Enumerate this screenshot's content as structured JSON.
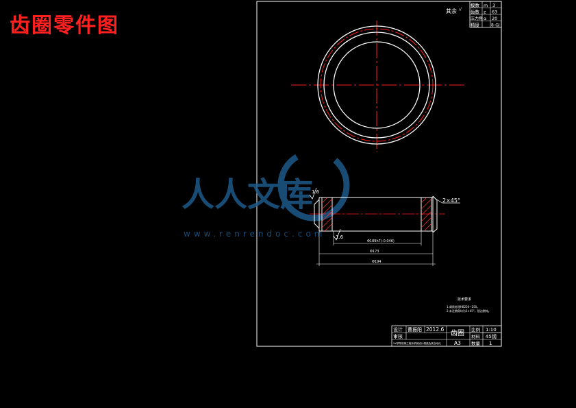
{
  "page_title": "齿圈零件图",
  "surface_finish_note": "其余",
  "params_table": [
    {
      "label": "模数",
      "symbol": "m",
      "value": "3"
    },
    {
      "label": "齿数",
      "symbol": "z",
      "value": "63"
    },
    {
      "label": "压力角",
      "symbol": "α",
      "value": "20"
    },
    {
      "label": "精度",
      "symbol": "",
      "value": "8-GJ"
    }
  ],
  "dimensions": {
    "roughness_top": "1.6",
    "roughness_bottom": "1.6",
    "chamfer": "2×45°",
    "inner_dia": "Φ189h7(-0.046)",
    "middle_dia": "Φ173",
    "outer_dia": "Φ194"
  },
  "tech_req": {
    "title": "技术要求",
    "items": [
      "1.调质处理HB220~250。",
      "2.未注倒角均为2×45°，锐边倒钝。"
    ]
  },
  "title_block": {
    "designer_label": "设计",
    "designer": "曹振阳",
    "date": "2012.6",
    "part_name": "齿圈",
    "checker_label": "审核",
    "scale_label": "比例",
    "scale": "1:10",
    "material_label": "材料",
    "material": "45钢",
    "school": "XX学院机械工程系机械设计制造及其自动化",
    "sheet": "A3",
    "qty_label": "数量",
    "qty": "1"
  },
  "watermark": {
    "text": "人人文库",
    "url": "www.renrendoc.com"
  },
  "colors": {
    "title": "#ff2020",
    "center_line": "#ff1a1a",
    "geometry": "#ffffff",
    "watermark": "#1e5a8a"
  }
}
